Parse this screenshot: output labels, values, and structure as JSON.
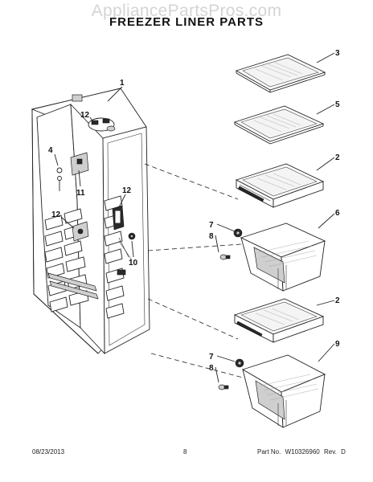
{
  "watermark": "AppliancePartsPros.com",
  "title": "FREEZER LINER PARTS",
  "footer": {
    "date": "08/23/2013",
    "page": "8",
    "part_label": "Part No.",
    "part_number": "W10326960",
    "rev_label": "Rev.",
    "rev_value": "D"
  },
  "callouts": {
    "c1": "1",
    "c3": "3",
    "c5": "5",
    "c2a": "2",
    "c6": "6",
    "c7a": "7",
    "c8a": "8",
    "c2b": "2",
    "c9": "9",
    "c7b": "7",
    "c8b": "8",
    "c12a": "12",
    "c4": "4",
    "c11": "11",
    "c12b": "12",
    "c12c": "12",
    "c10": "10"
  }
}
